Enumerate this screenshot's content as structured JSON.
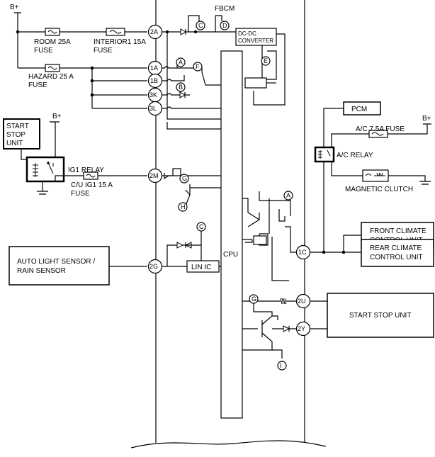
{
  "module": {
    "title": "FBCM",
    "cpu": "CPU",
    "dcdc_line1": "DC-DC",
    "dcdc_line2": "CONVERTER",
    "lin_ic": "LIN IC"
  },
  "power": {
    "bplus_left": "B+",
    "bplus_ig1": "B+",
    "bplus_right": "B+"
  },
  "fuses": {
    "room_line1": "ROOM 25A",
    "room_line2": "FUSE",
    "interior_line1": "INTERIOR1 15A",
    "interior_line2": "FUSE",
    "hazard_line1": "HAZARD 25 A",
    "hazard_line2": "FUSE",
    "cu_ig1_line1": "C/U IG1 15 A",
    "cu_ig1_line2": "FUSE",
    "ac_line1": "A/C 7.5A FUSE"
  },
  "pins": {
    "p2A": "2A",
    "p1A": "1A",
    "p1B": "1B",
    "p3K": "3K",
    "p3L": "3L",
    "p2M": "2M",
    "p2G": "2G",
    "p1C": "1C",
    "p2U": "2U",
    "p2Y": "2Y"
  },
  "markers": {
    "A": "A",
    "B": "B",
    "C": "C",
    "D": "D",
    "E": "E",
    "F": "F",
    "G": "G",
    "H": "H",
    "I": "I"
  },
  "external": {
    "start_stop_line1": "START",
    "start_stop_line2": "STOP",
    "start_stop_line3": "UNIT",
    "ig1_relay": "IG1 RELAY",
    "sensor_line1": "AUTO LIGHT SENSOR /",
    "sensor_line2": "RAIN SENSOR",
    "pcm": "PCM",
    "ac_relay": "A/C RELAY",
    "magnetic_clutch": "MAGNETIC CLUTCH",
    "front_climate_line1": "FRONT CLIMATE",
    "front_climate_line2": "CONTROL UNIT",
    "rear_climate_line1": "REAR CLIMATE",
    "rear_climate_line2": "CONTROL UNIT",
    "start_stop_unit_right": "START STOP UNIT"
  }
}
